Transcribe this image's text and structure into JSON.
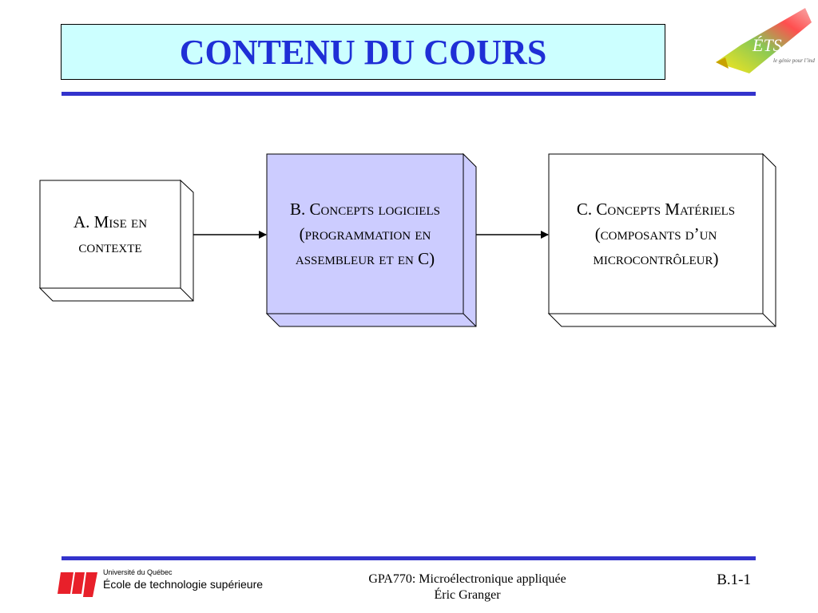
{
  "slide": {
    "title": "CONTENU DU COURS"
  },
  "diagram": {
    "nodes": [
      {
        "id": "A",
        "label": "A. Mise en contexte",
        "fill": "#ffffff"
      },
      {
        "id": "B",
        "label": "B. Concepts logiciels (programmation en assembleur et en C)",
        "fill": "#ccccff"
      },
      {
        "id": "C",
        "label": "C. Concepts Matériels (composants d’un microcontrôleur)",
        "fill": "#ffffff"
      }
    ],
    "edges": [
      {
        "from": "A",
        "to": "B"
      },
      {
        "from": "B",
        "to": "C"
      }
    ]
  },
  "footer": {
    "university_line1": "Université du Québec",
    "university_line2": "École de technologie supérieure",
    "course_line1": "GPA770:  Microélectronique appliquée",
    "course_line2": "Éric Granger",
    "page_number": "B.1-1"
  },
  "logo": {
    "text": "ÉTS",
    "tagline": "le génie pour l’industrie"
  },
  "colors": {
    "title_text": "#1f2fd6",
    "title_bg": "#ccffff",
    "rule": "#3333cc",
    "node_b_fill": "#ccccff",
    "footer_logo": "#e8202a"
  }
}
